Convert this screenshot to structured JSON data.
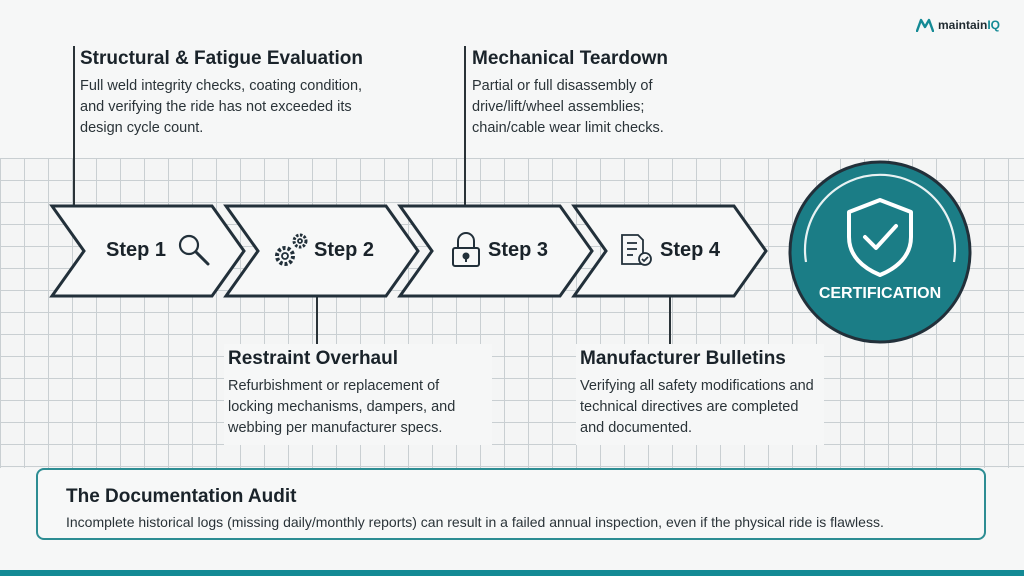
{
  "brand": {
    "name_prefix": "maintain",
    "name_suffix": "IQ"
  },
  "cards": {
    "structural": {
      "title": "Structural & Fatigue Evaluation",
      "body": "Full weld integrity checks, coating condition, and verifying the ride has not exceeded its design cycle count."
    },
    "teardown": {
      "title": "Mechanical Teardown",
      "body": "Partial or full disassembly of drive/lift/wheel assemblies; chain/cable wear limit checks."
    },
    "restraint": {
      "title": "Restraint Overhaul",
      "body": "Refurbishment or replacement of locking mechanisms, dampers, and webbing per manufacturer specs."
    },
    "bulletins": {
      "title": "Manufacturer Bulletins",
      "body": "Verifying all safety modifications and technical directives are completed and documented."
    }
  },
  "steps": [
    {
      "label": "Step 1",
      "icon": "magnifier-icon"
    },
    {
      "label": "Step 2",
      "icon": "gears-icon"
    },
    {
      "label": "Step 3",
      "icon": "padlock-icon"
    },
    {
      "label": "Step 4",
      "icon": "checklist-icon"
    }
  ],
  "certification": {
    "label": "CERTIFICATION",
    "icon": "shield-check-icon"
  },
  "audit": {
    "title": "The Documentation Audit",
    "body": "Incomplete historical logs (missing daily/monthly reports) can result in a failed annual inspection, even if the physical ride is flawless."
  },
  "colors": {
    "accent": "#148a95",
    "dark": "#1f2a30",
    "circle": "#1a7f87"
  }
}
